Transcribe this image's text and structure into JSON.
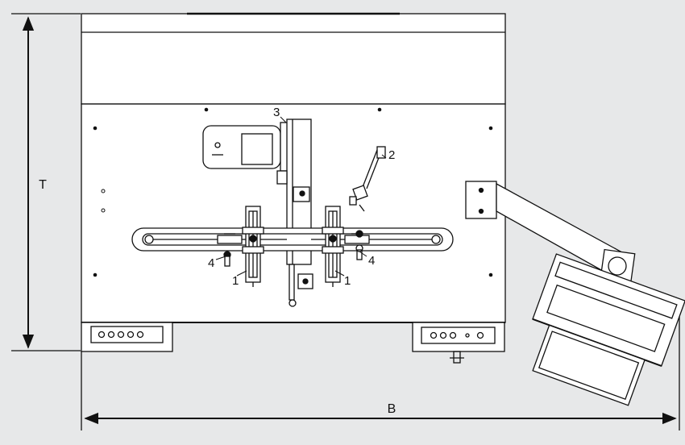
{
  "dimensions": {
    "height_label": "T",
    "width_label": "B"
  },
  "callouts": {
    "c1_left": "1",
    "c1_right": "1",
    "c2": "2",
    "c3": "3",
    "c4_left": "4",
    "c4_right": "4"
  },
  "colors": {
    "background": "#e7e8e9",
    "line": "#111111",
    "fill": "#ffffff"
  }
}
